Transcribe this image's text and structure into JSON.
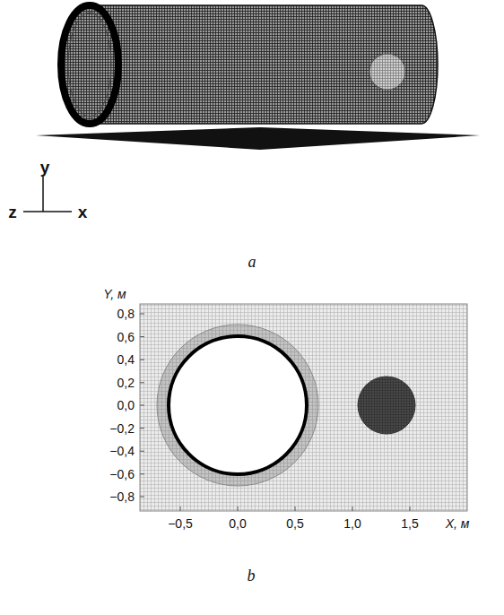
{
  "diagram": {
    "labels": [
      "y",
      "z",
      "x",
      "a",
      "Y, м",
      "0,8",
      "0,6",
      "0,4",
      "0,2",
      "0,0",
      "−0,2",
      "−0,4",
      "−0,6",
      "−0,8",
      "−0,5",
      "0,0",
      "0,5",
      "1,0",
      "1,5",
      "X, м",
      "b"
    ]
  }
}
